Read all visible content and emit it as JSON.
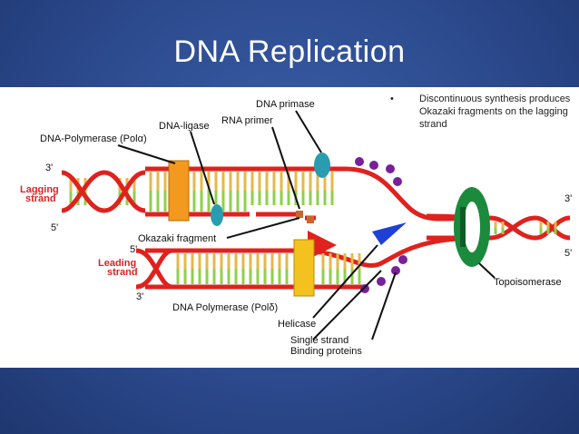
{
  "slide": {
    "title": "DNA Replication",
    "bullet_marker": "•",
    "bullet_text": "Discontinuous synthesis produces Okazaki fragments on the lagging strand"
  },
  "diagram": {
    "labels": {
      "dna_primase": "DNA primase",
      "dna_ligase": "DNA-ligase",
      "rna_primer": "RNA primer",
      "dna_polymerase_alpha": "DNA-Polymerase (Polα)",
      "three_prime_top": "3'",
      "lagging_strand_1": "Lagging",
      "lagging_strand_2": "strand",
      "five_prime_top": "5'",
      "okazaki_fragment": "Okazaki fragment",
      "five_prime_leading": "5'",
      "leading_strand_1": "Leading",
      "leading_strand_2": "strand",
      "three_prime_leading": "3'",
      "dna_polymerase_delta": "DNA Polymerase (Polδ)",
      "helicase": "Helicase",
      "ssb_1": "Single strand",
      "ssb_2": "Binding proteins",
      "topoisomerase": "Topoisomerase",
      "three_prime_right": "3'",
      "five_prime_right": "5'"
    },
    "colors": {
      "strand": "#e0211d",
      "rung_yellow": "#e6b84a",
      "rung_green": "#8ed14a",
      "helicase": "#1f3fd6",
      "topoisomerase": "#1b8a3d",
      "polymerase": "#f39a1e",
      "ssb": "#7a1f9a",
      "primase": "#2a9cb0"
    }
  }
}
